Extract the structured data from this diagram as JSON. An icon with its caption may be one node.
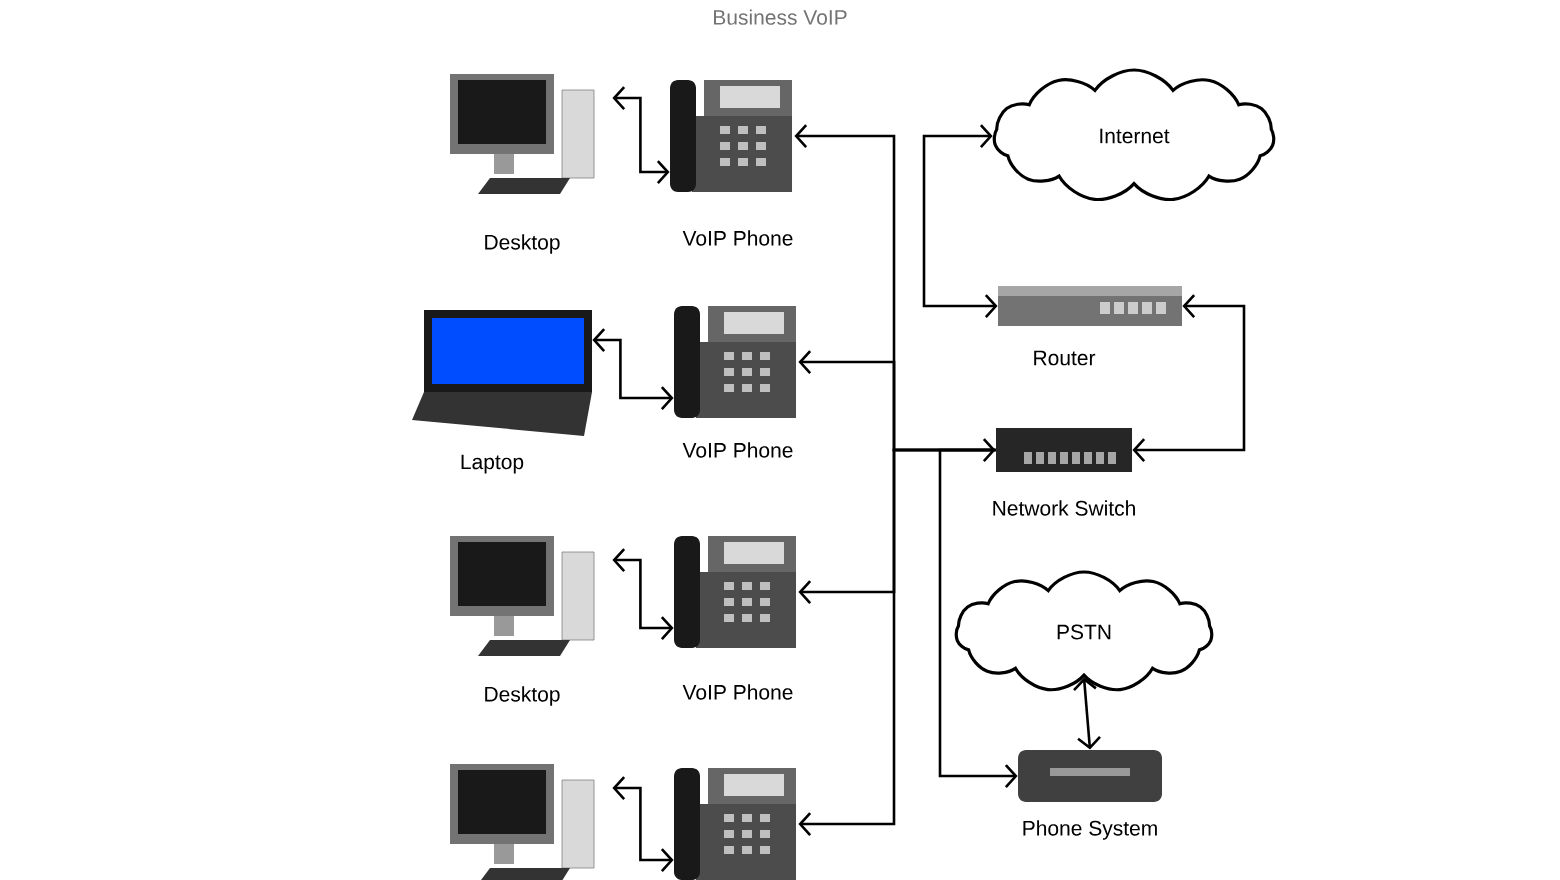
{
  "diagram": {
    "title": "Business VoIP",
    "nodes": [
      {
        "text": [
          "Desktop"
        ]
      },
      {
        "text": [
          "VoIP Phone"
        ]
      },
      {
        "text": [
          "Laptop"
        ]
      },
      {
        "text": [
          "VoIP Phone"
        ]
      },
      {
        "text": [
          "Desktop"
        ]
      },
      {
        "text": [
          "VoIP Phone"
        ]
      },
      {
        "text": [],
        "shape": "picture"
      },
      {
        "text": [],
        "shape": "picture"
      },
      {
        "text": [
          "Internet"
        ]
      },
      {
        "text": [
          "Router"
        ]
      },
      {
        "text": [
          "Network Switch"
        ]
      },
      {
        "text": [
          "PSTN"
        ]
      },
      {
        "text": [
          "Phone System"
        ]
      }
    ],
    "edges": [
      {
        "from": 0,
        "to": 1,
        "arrow": "both"
      },
      {
        "from": 2,
        "to": 3,
        "arrow": "both"
      },
      {
        "from": 4,
        "to": 5,
        "arrow": "both"
      },
      {
        "from": 6,
        "to": 7,
        "arrow": "both"
      },
      {
        "from": 10,
        "to": 1,
        "arrow": "to"
      },
      {
        "from": 10,
        "to": 3,
        "arrow": "to"
      },
      {
        "from": 10,
        "to": 5,
        "arrow": "to"
      },
      {
        "from": 10,
        "to": 7,
        "arrow": "to"
      },
      {
        "from": 9,
        "to": 8,
        "arrow": "both"
      },
      {
        "from": 10,
        "to": 9,
        "arrow": "both"
      },
      {
        "from": 10,
        "to": 12,
        "arrow": "both"
      },
      {
        "from": 11,
        "to": 12,
        "arrow": "both"
      }
    ]
  }
}
